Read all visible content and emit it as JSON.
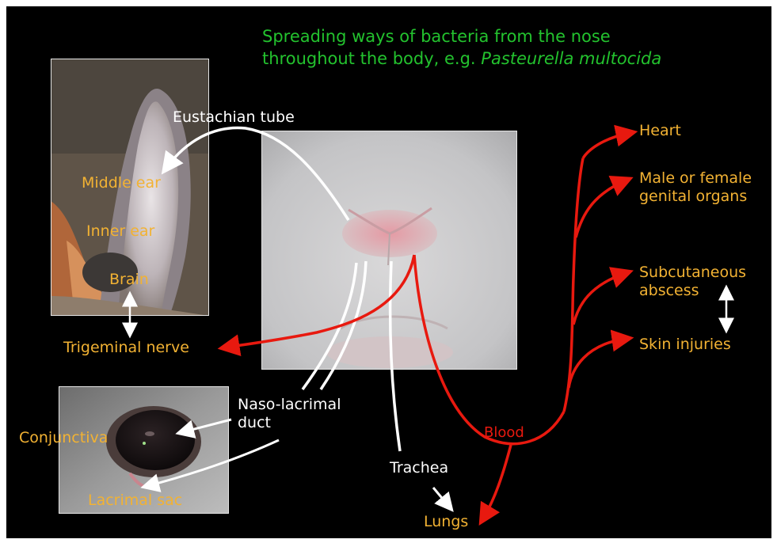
{
  "title": {
    "line1": "Spreading ways of bacteria from the nose",
    "line2_prefix": "throughout the body, e.g. ",
    "line2_species": "Pasteurella multocida"
  },
  "labels": {
    "eustachian_tube": "Eustachian tube",
    "middle_ear": "Middle ear",
    "inner_ear": "Inner ear",
    "brain": "Brain",
    "trigeminal_nerve": "Trigeminal nerve",
    "conjunctiva": "Conjunctiva",
    "lacrimal_sac": "Lacrimal sac",
    "naso_lacrimal_line1": "Naso-lacrimal",
    "naso_lacrimal_line2": "duct",
    "trachea": "Trachea",
    "lungs": "Lungs",
    "blood": "Blood",
    "heart": "Heart",
    "genital_line1": "Male or female",
    "genital_line2": "genital organs",
    "subcutaneous_line1": "Subcutaneous",
    "subcutaneous_line2": "abscess",
    "skin_injuries": "Skin injuries"
  },
  "colors": {
    "background": "#000000",
    "title": "#23c22e",
    "organ_label": "#f2b233",
    "route_label": "#ffffff",
    "blood_route": "#e8190f"
  },
  "photos": [
    "rabbit-ear-photo",
    "rabbit-nose-photo",
    "rabbit-eye-photo"
  ]
}
